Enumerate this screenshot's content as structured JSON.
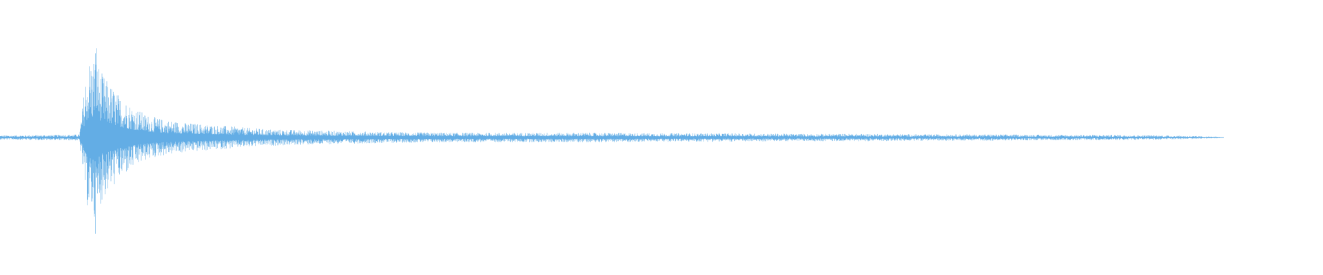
{
  "chart_data": {
    "type": "area",
    "title": "",
    "xlabel": "",
    "ylabel": "",
    "axes_visible": false,
    "grid": false,
    "ylim": [
      -1,
      1
    ],
    "series_color": "#63ade5",
    "background_color": "#ffffff",
    "x": [
      0.0,
      0.04,
      0.06,
      0.065,
      0.068,
      0.07,
      0.073,
      0.075,
      0.08,
      0.085,
      0.09,
      0.1,
      0.11,
      0.12,
      0.14,
      0.16,
      0.18,
      0.2,
      0.23,
      0.26,
      0.3,
      0.35,
      0.4,
      0.45,
      0.5,
      0.55,
      0.6,
      0.65,
      0.7,
      0.75,
      0.8,
      0.85,
      0.88,
      0.9,
      0.92,
      0.925
    ],
    "y": [
      0.02,
      0.025,
      0.03,
      0.6,
      0.78,
      0.72,
      0.98,
      0.65,
      0.55,
      0.48,
      0.4,
      0.3,
      0.22,
      0.18,
      0.14,
      0.12,
      0.1,
      0.08,
      0.07,
      0.06,
      0.05,
      0.045,
      0.045,
      0.045,
      0.04,
      0.04,
      0.035,
      0.035,
      0.03,
      0.03,
      0.025,
      0.025,
      0.02,
      0.015,
      0.008,
      0.0
    ]
  }
}
